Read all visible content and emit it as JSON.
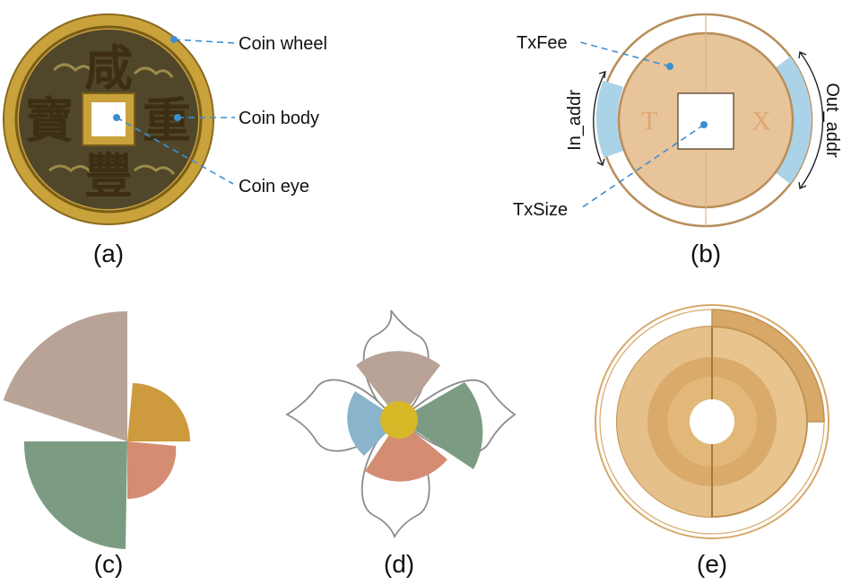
{
  "panels": {
    "a": {
      "caption": "(a)",
      "coin_chars": {
        "top": "咸",
        "left": "寶",
        "right": "重",
        "bottom": "豐"
      },
      "labels": {
        "wheel": "Coin wheel",
        "body": "Coin body",
        "eye": "Coin eye"
      }
    },
    "b": {
      "caption": "(b)",
      "labels": {
        "txfee": "TxFee",
        "txsize": "TxSize",
        "in_addr": "In_addr",
        "out_addr": "Out_addr",
        "t": "T",
        "x": "X"
      }
    },
    "c": {
      "caption": "(c)"
    },
    "d": {
      "caption": "(d)"
    },
    "e": {
      "caption": "(e)"
    }
  },
  "colors": {
    "coin_gold": "#c9a23c",
    "coin_dark": "#3b3522",
    "tan_fill": "#e8c49a",
    "tan_stroke": "#b98e5a",
    "light_blue": "#aad3e8",
    "leader_blue": "#3d8fd1",
    "sector_mauve": "#b9a397",
    "sector_gold": "#cd9a3d",
    "sector_green": "#7b9c83",
    "sector_salmon": "#d48c73",
    "sector_blue": "#89b4cc",
    "center_yellow": "#d7b928",
    "ring_dark_tan": "#d8a869"
  }
}
